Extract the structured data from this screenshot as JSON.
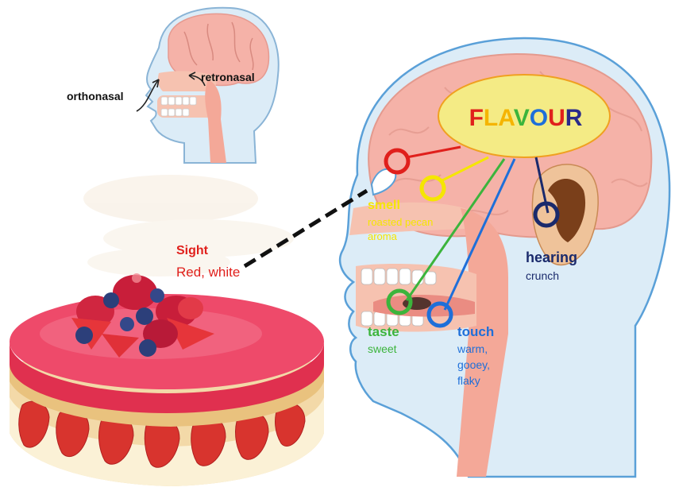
{
  "small_head": {
    "orthonasal_label": "orthonasal",
    "retronasal_label": "retronasal"
  },
  "flavour": {
    "letters": [
      {
        "ch": "F",
        "color": "#e0201c"
      },
      {
        "ch": "L",
        "color": "#f5b400"
      },
      {
        "ch": "A",
        "color": "#f5b400"
      },
      {
        "ch": "V",
        "color": "#3cb43c"
      },
      {
        "ch": "O",
        "color": "#1e6fd9"
      },
      {
        "ch": "U",
        "color": "#e0201c"
      },
      {
        "ch": "R",
        "color": "#2a2a8a"
      }
    ]
  },
  "sight": {
    "title": "Sight",
    "desc": "Red, white",
    "color": "#e0201c"
  },
  "smell": {
    "title": "smell",
    "line1": "roasted pecan",
    "line2": "aroma",
    "color": "#f5e600"
  },
  "hearing": {
    "title": "hearing",
    "desc": "crunch",
    "color": "#1a2a6c"
  },
  "taste": {
    "title": "taste",
    "desc": "sweet",
    "color": "#3cb43c"
  },
  "touch": {
    "title": "touch",
    "line1": "warm,",
    "line2": "gooey,",
    "line3": "flaky",
    "color": "#1e6fd9"
  },
  "colors": {
    "skin": "#f7d2bd",
    "brain": "#f5b2a8",
    "head_outline": "#5aa0d8",
    "flavour_fill": "#f4eb85"
  }
}
